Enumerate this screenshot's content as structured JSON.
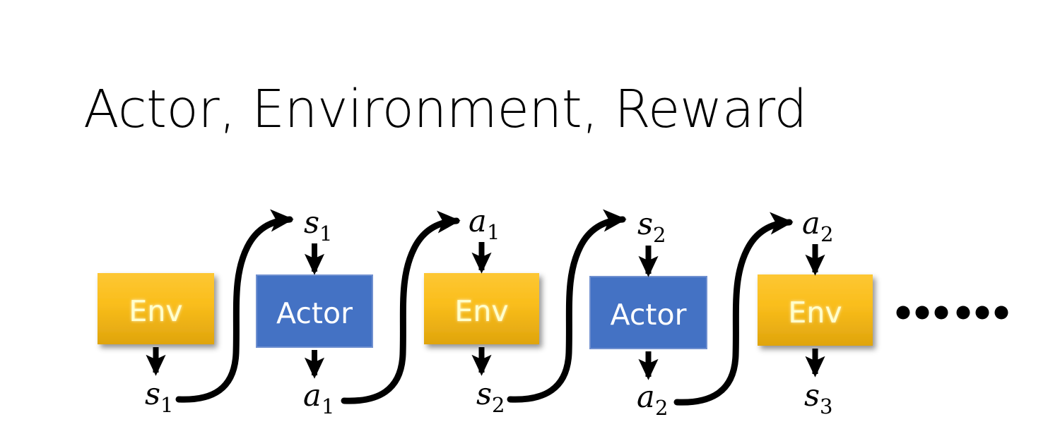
{
  "slide": {
    "title": "Actor, Environment, Reward",
    "background_color": "#ffffff"
  },
  "colors": {
    "env_fill_top": "#FBC62E",
    "env_fill_bottom": "#E0A60F",
    "env_text": "#FFFFCC",
    "actor_fill": "#4472C4",
    "actor_stroke": "#2F5597",
    "actor_text": "#FFFFFF",
    "arrow_color": "#000000",
    "title_color": "#000000"
  },
  "diagram": {
    "name": "actor-environment-reward-chain",
    "boxes": [
      {
        "id": "env-1",
        "label": "Env",
        "type": "env"
      },
      {
        "id": "actor-1",
        "label": "Actor",
        "type": "actor"
      },
      {
        "id": "env-2",
        "label": "Env",
        "type": "env"
      },
      {
        "id": "actor-2",
        "label": "Actor",
        "type": "actor"
      },
      {
        "id": "env-3",
        "label": "Env",
        "type": "env"
      }
    ],
    "top_labels": [
      {
        "id": "top-s1",
        "base": "s",
        "sub": "1",
        "text": "s1"
      },
      {
        "id": "top-a1",
        "base": "a",
        "sub": "1",
        "text": "a1"
      },
      {
        "id": "top-s2",
        "base": "s",
        "sub": "2",
        "text": "s2"
      },
      {
        "id": "top-a2",
        "base": "a",
        "sub": "2",
        "text": "a2"
      }
    ],
    "bottom_labels": [
      {
        "id": "bottom-s1",
        "base": "s",
        "sub": "1",
        "text": "s1"
      },
      {
        "id": "bottom-a1",
        "base": "a",
        "sub": "1",
        "text": "a1"
      },
      {
        "id": "bottom-s2",
        "base": "s",
        "sub": "2",
        "text": "s2"
      },
      {
        "id": "bottom-a2",
        "base": "a",
        "sub": "2",
        "text": "a2"
      },
      {
        "id": "bottom-s3",
        "base": "s",
        "sub": "3",
        "text": "s3"
      }
    ],
    "continuation": "••••••",
    "continuation_dots": 6
  }
}
